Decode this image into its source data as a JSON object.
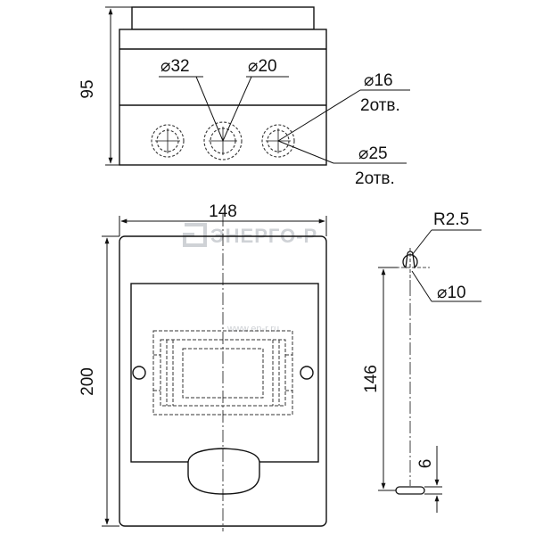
{
  "dimensions": {
    "side_height": "95",
    "hole_d32": "⌀32",
    "hole_d20": "⌀20",
    "hole_d16": "⌀16",
    "hole_d16_count": "2отв.",
    "hole_d25": "⌀25",
    "hole_d25_count": "2отв.",
    "front_width": "148",
    "front_height": "200",
    "mount_radius": "R2.5",
    "mount_hole_d10": "⌀10",
    "mount_spacing": "146",
    "slot_width": "6"
  },
  "watermark": {
    "brand": "ЭНЕРГО-Р",
    "site": "www.en-r.ru"
  },
  "colors": {
    "line": "#111111",
    "dashed": "#333333",
    "watermark": "#cfd2d6"
  }
}
